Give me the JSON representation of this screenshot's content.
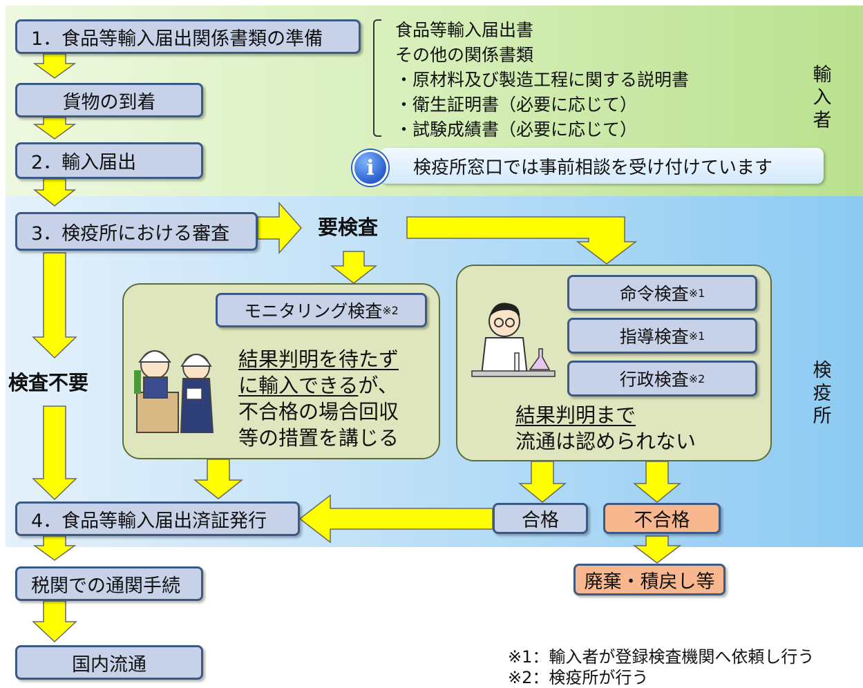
{
  "importer_label": [
    "輸",
    "入",
    "者"
  ],
  "quarantine_label": [
    "検",
    "疫",
    "所"
  ],
  "steps": {
    "prepare": "1．食品等輸入届出関係書類の準備",
    "arrival": "貨物の到着",
    "notification": "2．輸入届出",
    "review": "3．検疫所における審査",
    "issue": "4．食品等輸入届出済証発行",
    "customs": "税関での通関手続",
    "domestic": "国内流通"
  },
  "documents": {
    "title": "食品等輸入届出書",
    "other": "その他の関係書類",
    "items": [
      "・原材料及び製造工程に関する説明書",
      "・衛生証明書（必要に応じて）",
      "・試験成績書（必要に応じて）"
    ]
  },
  "info": {
    "icon": "info-icon",
    "text": "検疫所窓口では事前相談を受け付けています"
  },
  "inspection_required": "要検査",
  "inspection_not_required": "検査不要",
  "monitoring": {
    "label": "モニタリング検査",
    "note_mark": "※2",
    "line1": "結果判明を待たず",
    "line2_u": "に輸入できる",
    "line2_rest": "が、",
    "line3": "不合格の場合回収",
    "line4": "等の措置を講じる"
  },
  "inspections": [
    {
      "label": "命令検査",
      "note_mark": "※1"
    },
    {
      "label": "指導検査",
      "note_mark": "※1"
    },
    {
      "label": "行政検査",
      "note_mark": "※2"
    }
  ],
  "hold": {
    "line1": "結果判明まで",
    "line2": "流通は認められない"
  },
  "pass": "合格",
  "fail": "不合格",
  "disposal": "廃棄・積戻し等",
  "footnotes": [
    "※1：輸入者が登録検査機関へ依頼し行う",
    "※2：検疫所が行う"
  ],
  "colors": {
    "arrow": "#ffff00",
    "box": "#c7d2e8",
    "orange_box": "#f8b78e",
    "panel": "#dfe6be"
  }
}
